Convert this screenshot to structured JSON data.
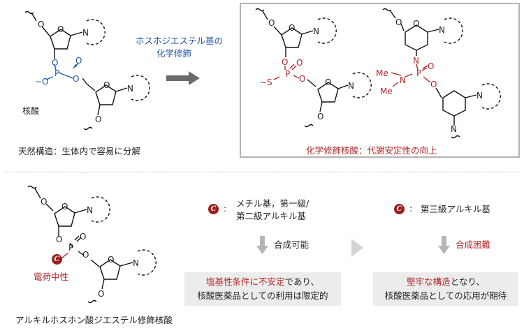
{
  "colors": {
    "red": "#b0262a",
    "blue": "#1f56a6",
    "badge": "#9a1d1d",
    "arrow": "#6b6b6b",
    "box": "#ececec"
  },
  "top": {
    "arrow_label_line1": "ホスホジエステル基の",
    "arrow_label_line2": "化学修飾",
    "natural_label": "核酸",
    "natural_caption": "天然構造：生体内で容易に分解",
    "modified_caption": "化学修飾核酸：代謝安定性の向上"
  },
  "bottom": {
    "charge_label": "電荷中性",
    "compound_caption": "アルキルホスホン酸ジエステル修飾核酸",
    "badge_letter": "C",
    "group1_line1": "メチル基，第一級/",
    "group1_line2": "第二級アルキル基",
    "group2": "第三級アルキル基",
    "result1": "合成可能",
    "result2": "合成困難",
    "box1_red": "塩基性条件に不安定",
    "box1_rest": "であり、",
    "box1_line2": "核酸医薬品としての利用は限定的",
    "box2_red": "堅牢な構造",
    "box2_rest": "となり、",
    "box2_line2": "核酸医薬品としての応用が期待"
  },
  "atoms": {
    "O": "O",
    "P": "P",
    "N": "N",
    "S": "S",
    "Me": "Me",
    "O_minus": "−O",
    "S_minus": "−S"
  }
}
